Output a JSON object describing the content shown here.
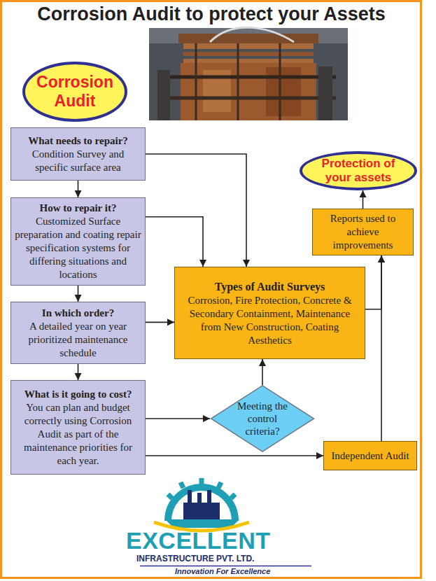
{
  "diagram": {
    "title": "Corrosion Audit to protect your Assets",
    "nodes": [
      {
        "text": [
          "Corrosion Audit"
        ]
      },
      {
        "text": [
          "What needs to repair?",
          "Condition Survey and specific surface area"
        ]
      },
      {
        "text": [
          "How to repair it?",
          "Customized Surface preparation and coating repair specification systems for differing situations and locations"
        ]
      },
      {
        "text": [
          "In which order?",
          "A detailed year on year prioritized maintenance schedule"
        ]
      },
      {
        "text": [
          "What is it going to cost?",
          "You can plan and budget correctly using Corrosion Audit as part of the maintenance priorities for each year."
        ]
      },
      {
        "text": [
          "Protection of your assets"
        ]
      },
      {
        "text": [
          "Reports used to achieve improvements"
        ]
      },
      {
        "text": [
          "Types of Audit Surveys",
          "Corrosion, Fire Protection, Concrete & Secondary Containment, Maintenance from New Construction, Coating Aesthetics"
        ]
      },
      {
        "text": [
          "Meeting the control criteria?"
        ]
      },
      {
        "text": [
          "Independent Audit"
        ]
      }
    ],
    "edges": [
      {
        "from": 1,
        "to": 2,
        "arrow": "to"
      },
      {
        "from": 2,
        "to": 3,
        "arrow": "to"
      },
      {
        "from": 3,
        "to": 4,
        "arrow": "to"
      },
      {
        "from": 1,
        "to": 7,
        "arrow": "to"
      },
      {
        "from": 2,
        "to": 7,
        "arrow": "to"
      },
      {
        "from": 3,
        "to": 7,
        "arrow": "to"
      },
      {
        "from": 4,
        "to": 8,
        "arrow": "to"
      },
      {
        "from": 4,
        "to": 9,
        "arrow": "to"
      },
      {
        "from": 8,
        "to": 7,
        "arrow": "to"
      },
      {
        "from": 7,
        "to": 6,
        "arrow": "to"
      },
      {
        "from": 9,
        "to": 6,
        "arrow": "to"
      },
      {
        "from": 6,
        "to": 5,
        "arrow": "to"
      }
    ],
    "labels": [
      "EXCELLENT",
      "INFRASTRUCTURE PVT. LTD.",
      "Innovation For Excellence"
    ]
  }
}
